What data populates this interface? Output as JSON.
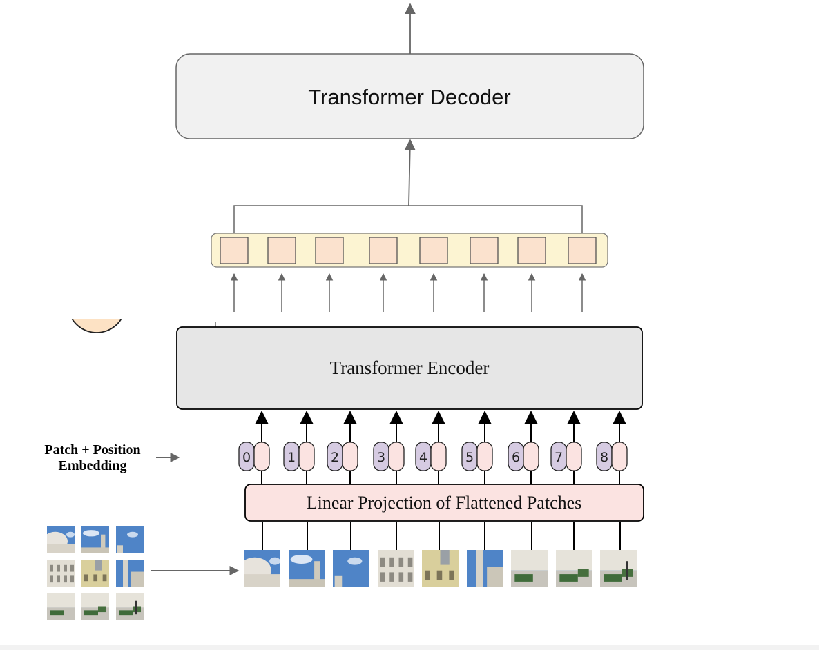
{
  "decoder": {
    "label": "Transformer Decoder"
  },
  "encoder": {
    "label": "Transformer Encoder"
  },
  "projection": {
    "label": "Linear Projection of Flattened Patches"
  },
  "embedding_caption": {
    "line1": "Patch + Position",
    "line2": "Embedding"
  },
  "position_ids": [
    "0",
    "1",
    "2",
    "3",
    "4",
    "5",
    "6",
    "7",
    "8"
  ],
  "encoder_output_count": 8,
  "patch_count": 9,
  "colors": {
    "decoder_fill": "#f1f1f1",
    "encoder_fill": "#e6e6e6",
    "projection_fill": "#fbe3e1",
    "token_row_fill": "#fcf4d2",
    "token_fill": "#fbe2ce",
    "position_pill_fill": "#d6cbe2",
    "patch_pill_fill": "#fbe3e1",
    "sky": "#4f84c7",
    "building": "#dcd8cc"
  }
}
